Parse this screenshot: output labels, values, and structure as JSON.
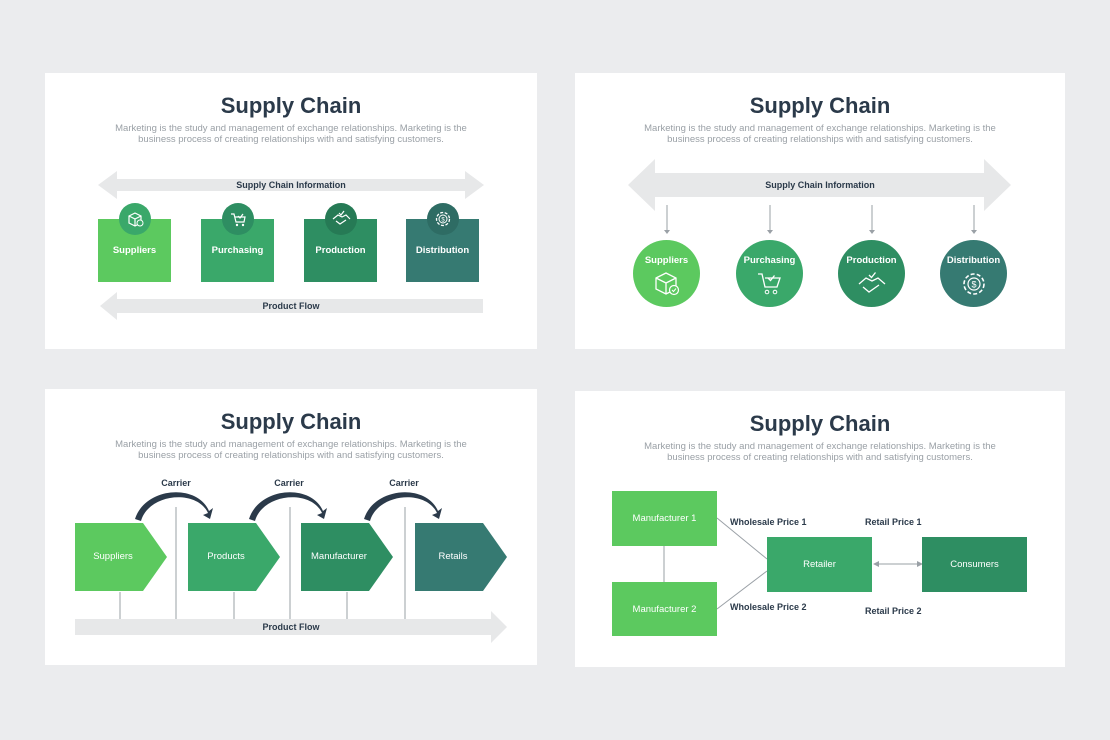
{
  "colors": {
    "c1": "#5cc95f",
    "c2": "#3aa86a",
    "c3": "#2e8e62",
    "c4": "#367a72",
    "dark": "#2b3a4a",
    "band": "#e7e8e9"
  },
  "slide1": {
    "title": "Supply Chain",
    "subtitle": "Marketing is the study and management of exchange relationships. Marketing is the business process of creating relationships with and satisfying customers.",
    "top_arrow": "Supply Chain Information",
    "bottom_arrow": "Product Flow",
    "boxes": [
      "Suppliers",
      "Purchasing",
      "Production",
      "Distribution"
    ],
    "icons": [
      "box-check-icon",
      "cart-check-icon",
      "handshake-icon",
      "gear-dollar-icon"
    ]
  },
  "slide2": {
    "title": "Supply Chain",
    "subtitle": "Marketing is the study and management of exchange relationships. Marketing is the business process of creating relationships with and satisfying customers.",
    "arrow": "Supply Chain Information",
    "circles": [
      "Suppliers",
      "Purchasing",
      "Production",
      "Distribution"
    ],
    "icons": [
      "box-check-icon",
      "cart-check-icon",
      "handshake-icon",
      "gear-dollar-icon"
    ]
  },
  "slide3": {
    "title": "Supply Chain",
    "subtitle": "Marketing is the study and management of exchange relationships. Marketing is the business process of creating relationships with and satisfying customers.",
    "carriers": [
      "Carrier",
      "Carrier",
      "Carrier"
    ],
    "steps": [
      "Suppliers",
      "Products",
      "Manufacturer",
      "Retails"
    ],
    "bottom_arrow": "Product Flow"
  },
  "slide4": {
    "title": "Supply Chain",
    "subtitle": "Marketing is the study and management of exchange relationships. Marketing is the business process of creating relationships with and satisfying customers.",
    "manufacturer1": "Manufacturer 1",
    "manufacturer2": "Manufacturer 2",
    "retailer": "Retailer",
    "consumers": "Consumers",
    "wholesale1": "Wholesale Price 1",
    "wholesale2": "Wholesale Price 2",
    "retail1": "Retail Price 1",
    "retail2": "Retail Price 2"
  }
}
